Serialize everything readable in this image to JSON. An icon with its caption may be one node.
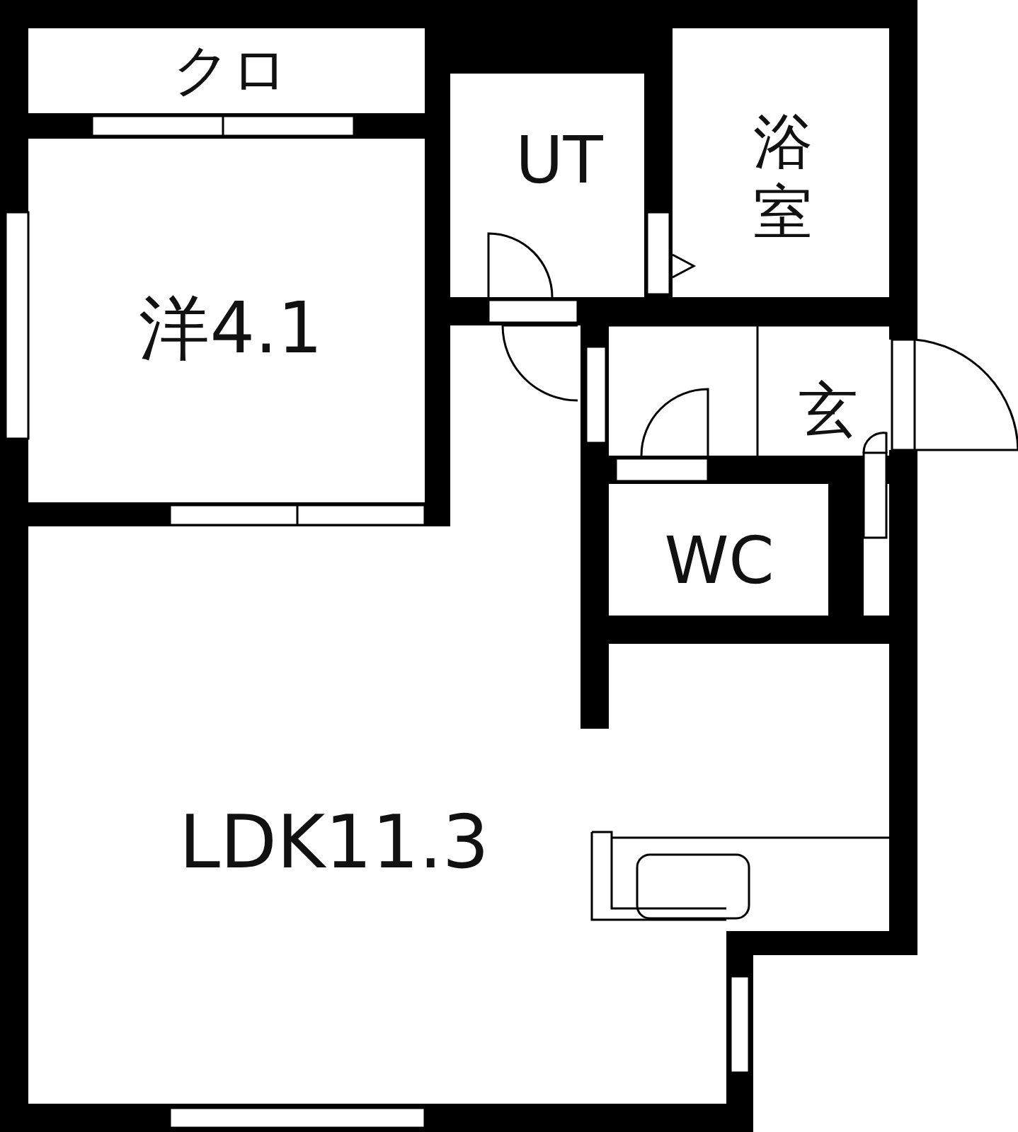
{
  "diagram": {
    "labels": [
      "クロ",
      "UT",
      "浴室",
      "洋4.1",
      "玄",
      "WC",
      "LDK11.3"
    ]
  }
}
